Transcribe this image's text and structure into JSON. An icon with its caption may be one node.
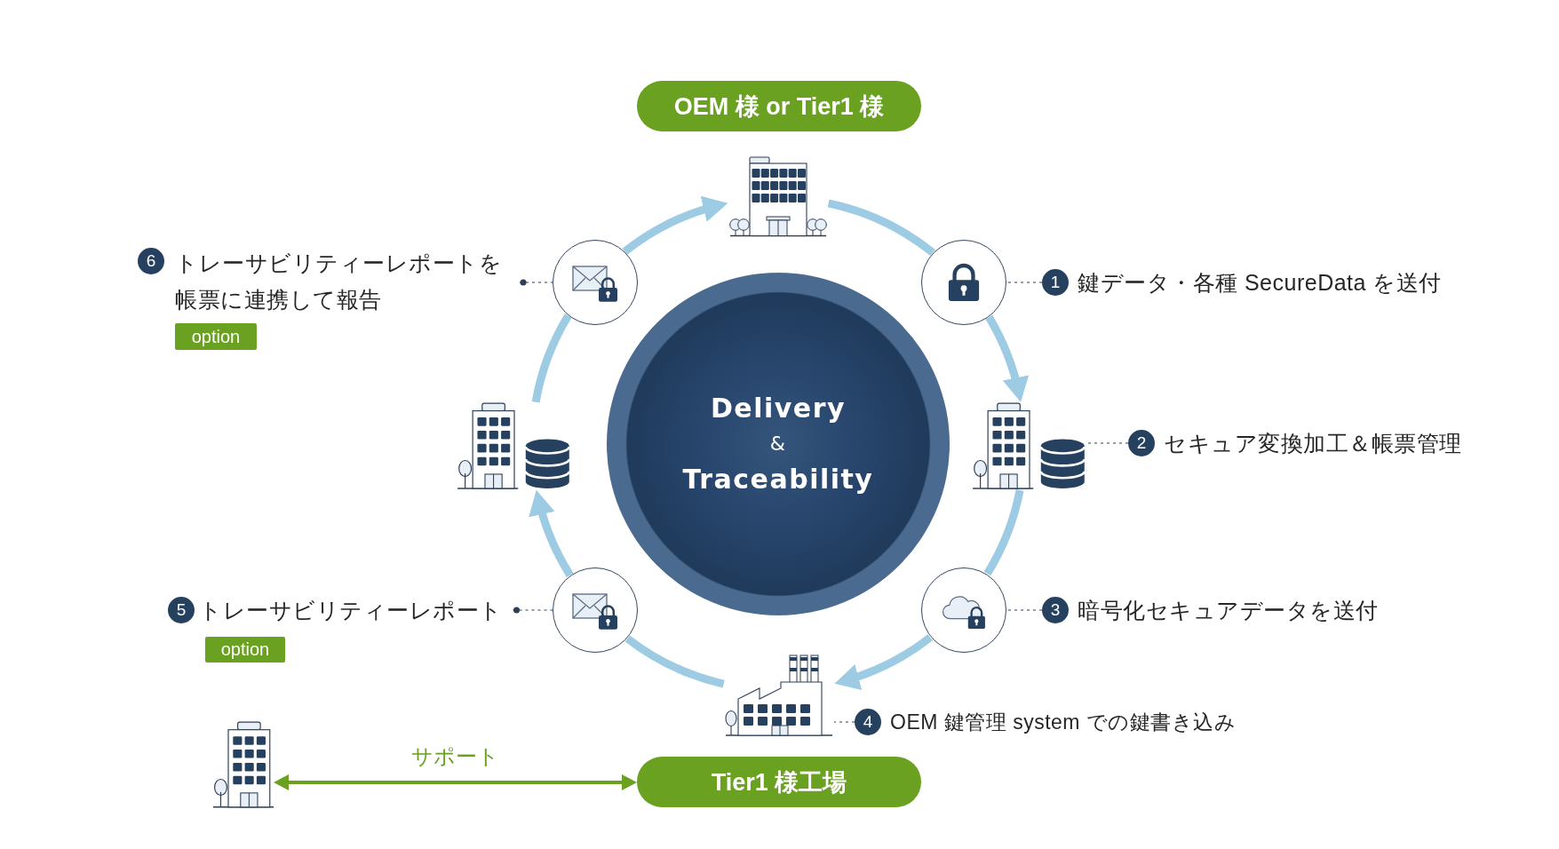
{
  "diagram": {
    "nodes": [
      {
        "text": [
          "OEM 様 or Tier1 様"
        ]
      },
      {
        "text": [],
        "shape": "picture"
      },
      {
        "text": [
          "6"
        ],
        "beside": [
          "トレーサビリティーレポートを帳票に連携して報告"
        ]
      },
      {
        "text": [],
        "shape": "circle"
      },
      {
        "text": [],
        "shape": "circle"
      },
      {
        "text": [
          "1"
        ],
        "beside": [
          "鍵データ・各種 SecureData を送付"
        ]
      },
      {
        "text": [
          "option"
        ]
      },
      {
        "text": [],
        "shape": "picture"
      },
      {
        "text": [
          "Delivery",
          "&",
          "Traceability"
        ]
      },
      {
        "text": [],
        "shape": "picture"
      },
      {
        "text": [
          "2"
        ],
        "beside": [
          "セキュア変換加工＆帳票管理"
        ]
      },
      {
        "text": [
          "5"
        ],
        "beside": [
          "トレーサビリティーレポート"
        ]
      },
      {
        "text": [],
        "shape": "circle"
      },
      {
        "text": [],
        "shape": "circle"
      },
      {
        "text": [
          "3"
        ],
        "beside": [
          "暗号化セキュアデータを送付"
        ]
      },
      {
        "text": [
          "option"
        ]
      },
      {
        "text": [],
        "shape": "picture"
      },
      {
        "text": [
          "4"
        ],
        "beside": [
          "OEM 鍵管理 system での鍵書き込み"
        ]
      },
      {
        "text": [],
        "shape": "picture"
      },
      {
        "text": [
          "Tier1 様工場"
        ]
      }
    ],
    "edges": [
      {
        "from": 1,
        "to": 4,
        "arrow": "none"
      },
      {
        "from": 4,
        "to": 9,
        "arrow": "to"
      },
      {
        "from": 9,
        "to": 13,
        "arrow": "none"
      },
      {
        "from": 13,
        "to": 16,
        "arrow": "to"
      },
      {
        "from": 16,
        "to": 12,
        "arrow": "none"
      },
      {
        "from": 12,
        "to": 7,
        "arrow": "to"
      },
      {
        "from": 7,
        "to": 3,
        "arrow": "none"
      },
      {
        "from": 3,
        "to": 1,
        "arrow": "to"
      },
      {
        "from": 5,
        "to": 4,
        "arrow": "none",
        "style": "dashed",
        "color": "#2d3f55"
      },
      {
        "from": 10,
        "to": 9,
        "arrow": "none",
        "style": "dashed",
        "color": "#2d3f55"
      },
      {
        "from": 14,
        "to": 13,
        "arrow": "none",
        "style": "dashed",
        "color": "#2d3f55"
      },
      {
        "from": 17,
        "to": 16,
        "arrow": "none",
        "style": "dashed",
        "color": "#2d3f55"
      },
      {
        "from": 11,
        "to": 12,
        "arrow": "other",
        "style": "dashed",
        "color": "#2d3f55"
      },
      {
        "from": 2,
        "to": 3,
        "arrow": "other",
        "style": "dashed",
        "color": "#2d3f55"
      },
      {
        "from": 18,
        "to": 19,
        "arrow": "both",
        "label": "サポート",
        "color": "#6aa121"
      }
    ]
  }
}
